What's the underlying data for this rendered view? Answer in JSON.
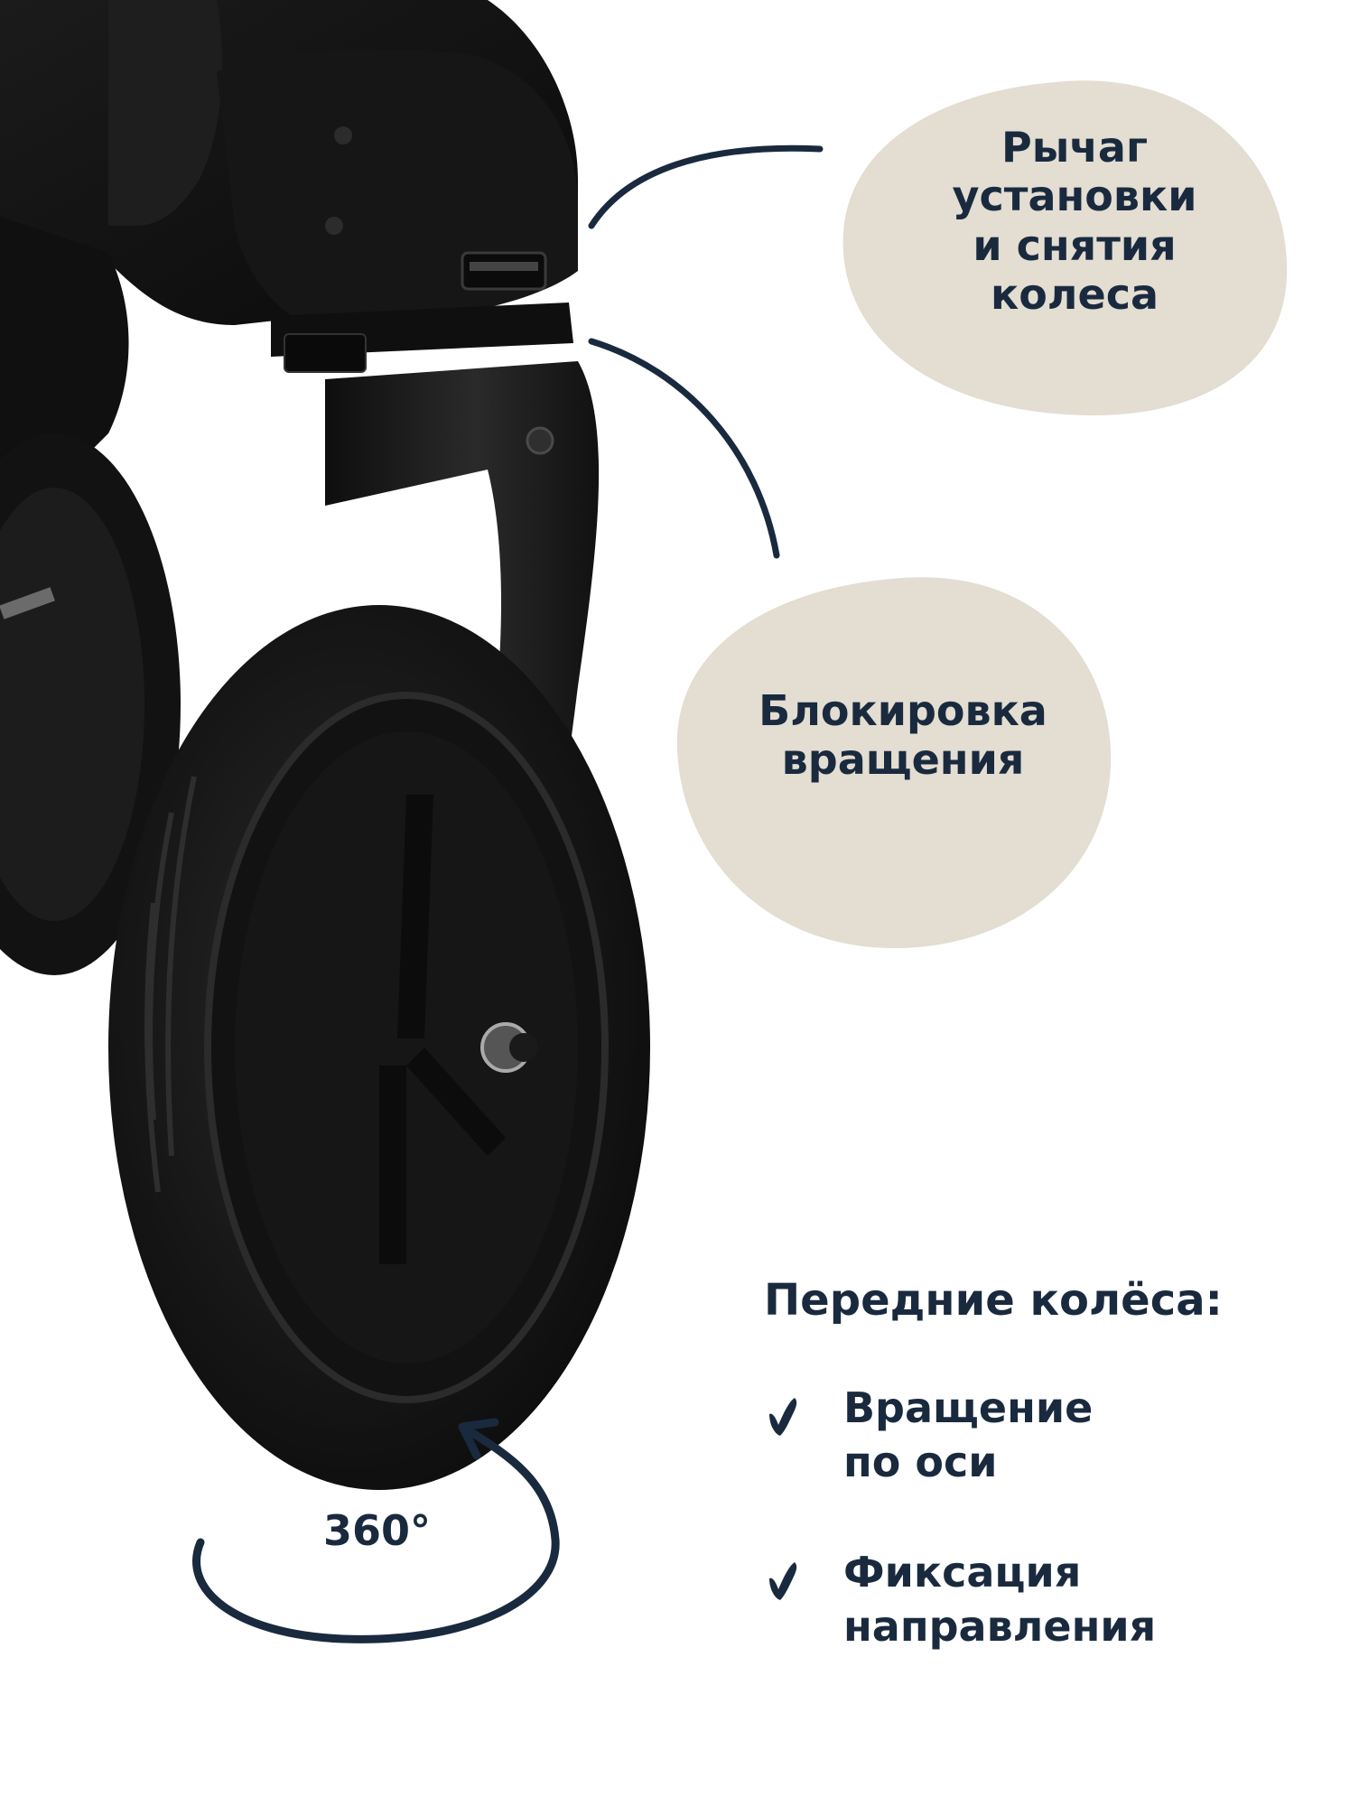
{
  "callouts": {
    "lever": {
      "lines": [
        "Рычаг",
        "установки",
        "и снятия",
        "колеса"
      ]
    },
    "lock": {
      "lines": [
        "Блокировка",
        "вращения"
      ]
    }
  },
  "features": {
    "title": "Передние колёса:",
    "items": [
      {
        "lines": [
          "Вращение",
          "по оси"
        ]
      },
      {
        "lines": [
          "Фиксация",
          "направления"
        ]
      }
    ]
  },
  "rotation": {
    "label": "360°"
  },
  "colors": {
    "text": "#1a2a3e",
    "bubble": "#e3ddd2",
    "product": "#141414"
  }
}
